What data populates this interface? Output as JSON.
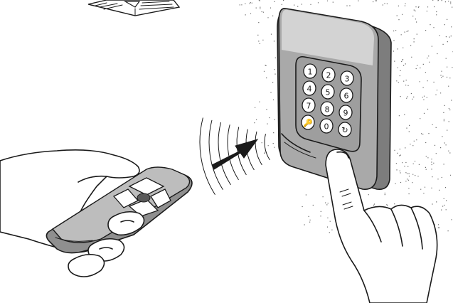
{
  "illustration": {
    "keypad": {
      "keys": [
        "1",
        "2",
        "3",
        "4",
        "5",
        "6",
        "7",
        "8",
        "9",
        "🔑",
        "0",
        "↻"
      ]
    },
    "colors": {
      "line": "#1a1a1a",
      "housing_dark": "#7d7d7d",
      "housing_mid": "#a9a9a9",
      "housing_light": "#d3d3d3",
      "keypad_panel": "#9e9e9e",
      "remote_body": "#8f8f8f",
      "remote_top": "#bdbdbd"
    }
  }
}
